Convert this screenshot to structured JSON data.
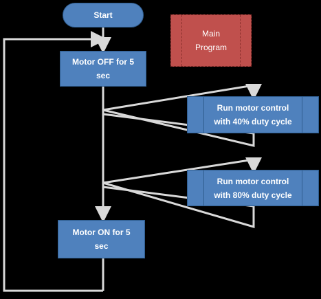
{
  "nodes": {
    "start": "Start",
    "main_program_line1": "Main",
    "main_program_line2": "Program",
    "motor_off_line1": "Motor OFF for 5",
    "motor_off_line2": "sec",
    "run40_line1": "Run motor control",
    "run40_line2": "with 40% duty cycle",
    "run80_line1": "Run motor control",
    "run80_line2": "with 80% duty cycle",
    "motor_on_line1": "Motor ON for 5",
    "motor_on_line2": "sec"
  },
  "colors": {
    "background": "#000000",
    "process_fill": "#4f81bd",
    "main_program_fill": "#c0504d",
    "connector": "#d9d9d9"
  }
}
